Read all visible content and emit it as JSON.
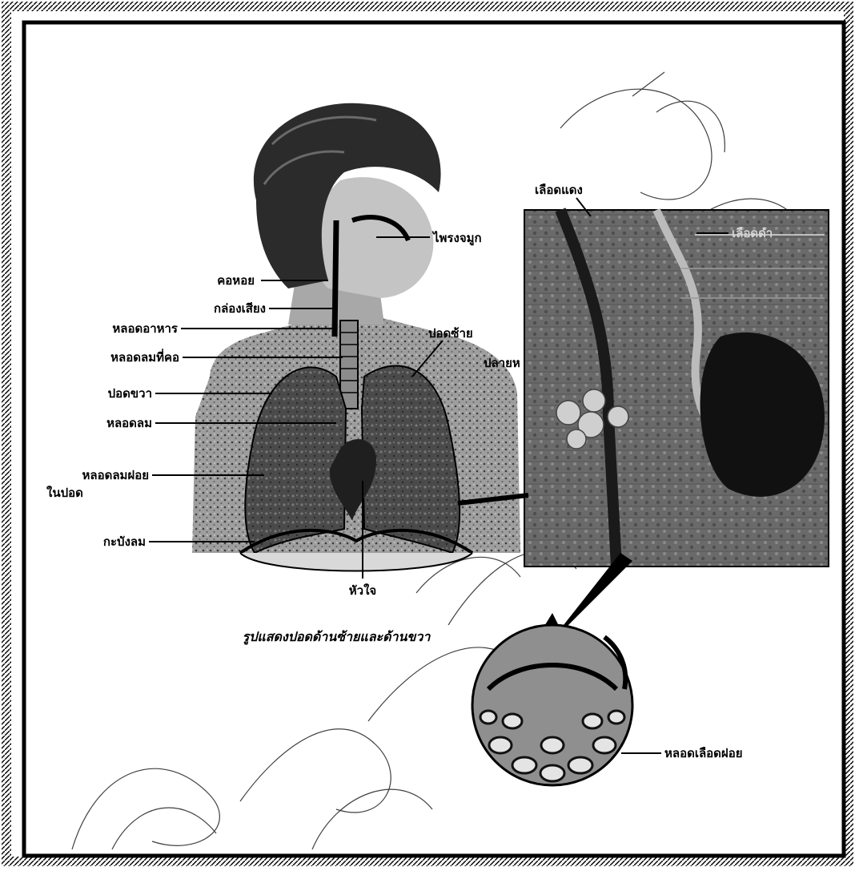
{
  "diagram": {
    "labels": {
      "nasal_cavity": "ไพรงจมูก",
      "pharynx": "คอหอย",
      "larynx": "กล่องเสียง",
      "esophagus": "หลอดอาหาร",
      "trachea": "หลอดลมที่คอ",
      "right_lung": "ปอดขวา",
      "bronchus": "หลอดลม",
      "bronchiole_line1": "หลอดลมฝอย",
      "bronchiole_line2": "ในปอด",
      "diaphragm": "กะบังลม",
      "heart": "หัวใจ",
      "left_lung": "ปอดซ้าย",
      "left_lung_partial": "ปลายห",
      "red_blood": "เลือดแดง",
      "vein_blood": "เลือดดำ",
      "capillary": "หลอดเลือดฝอย"
    },
    "caption": "รูปแสดงปอดด้านซ้ายและด้านขวา",
    "colors": {
      "ink": "#000000",
      "lung_dark": "#3a3a3a",
      "skin": "#b9b9b9",
      "inset_bg": "#6f6f6f",
      "alveoli": "#bdbdbd"
    },
    "icons": [
      "human-torso-illustration",
      "alveoli-closeup-illustration",
      "capillary-sphere-illustration",
      "watermark-seal"
    ]
  }
}
